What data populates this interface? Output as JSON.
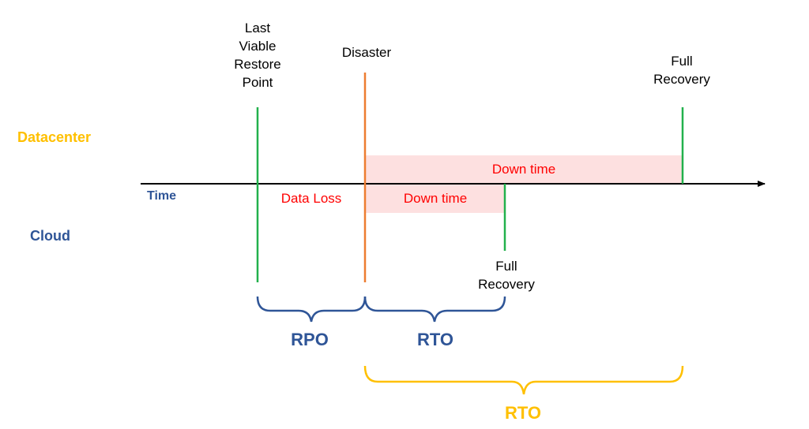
{
  "colors": {
    "timeline": "#000000",
    "restore_point": "#22B14C",
    "disaster": "#ED7D31",
    "recovery": "#22B14C",
    "downtime_fill": "#FDE0E0",
    "cloud_blue": "#2F5597",
    "datacenter_yellow": "#FFC000",
    "red_text": "#FF0000"
  },
  "rows": {
    "datacenter": "Datacenter",
    "cloud": "Cloud"
  },
  "axis": {
    "time_label": "Time"
  },
  "events": {
    "last_viable": [
      "Last",
      "Viable",
      "Restore",
      "Point"
    ],
    "disaster": "Disaster",
    "datacenter_recovery": [
      "Full",
      "Recovery"
    ],
    "cloud_recovery": [
      "Full",
      "Recovery"
    ]
  },
  "regions": {
    "data_loss": "Data Loss",
    "datacenter_downtime": "Down time",
    "cloud_downtime": "Down time"
  },
  "metrics": {
    "rpo": "RPO",
    "cloud_rto": "RTO",
    "datacenter_rto": "RTO"
  }
}
